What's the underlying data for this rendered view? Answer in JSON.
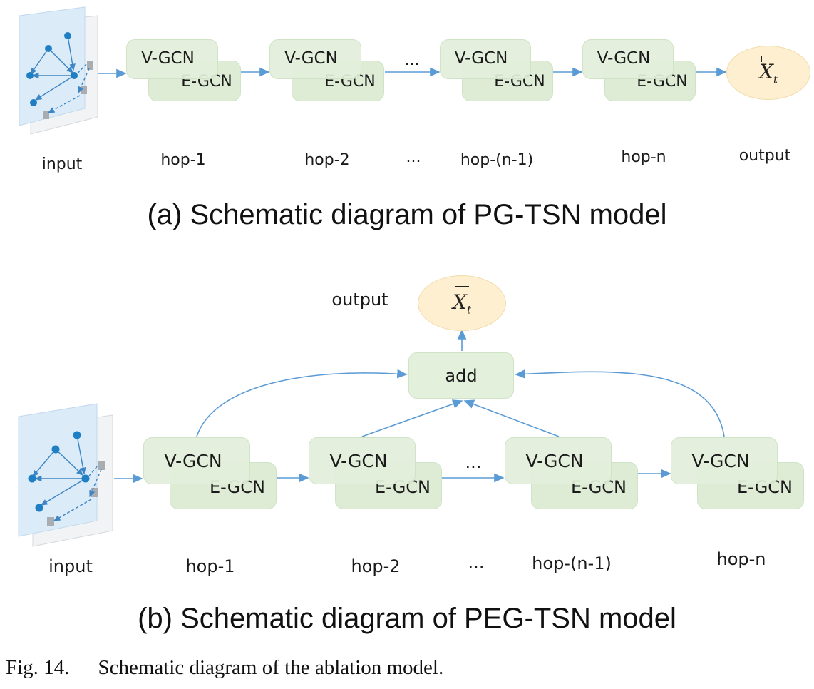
{
  "block": {
    "top": "V-GCN",
    "bottom": "E-GCN"
  },
  "output_symbol": {
    "base": "X",
    "sub": "t"
  },
  "panel_a": {
    "caption": "(a) Schematic diagram of PG-TSN model",
    "labels": [
      "input",
      "hop-1",
      "hop-2",
      "...",
      "hop-(n-1)",
      "hop-n",
      "output"
    ],
    "ellipsis_mid": "..."
  },
  "panel_b": {
    "caption": "(b) Schematic diagram of PEG-TSN model",
    "labels": [
      "input",
      "hop-1",
      "hop-2",
      "...",
      "hop-(n-1)",
      "hop-n"
    ],
    "output_label": "output",
    "add_label": "add",
    "ellipsis_mid": "..."
  },
  "figure_caption": {
    "number": "Fig. 14.",
    "text": "Schematic diagram of the ablation model."
  },
  "colors": {
    "block_fill": "#e3f0dc",
    "output_fill": "#fdefcf",
    "arrow": "#5b9bd5",
    "graph_node": "#1f7fc4",
    "graph_plane": "#dcebf8"
  }
}
